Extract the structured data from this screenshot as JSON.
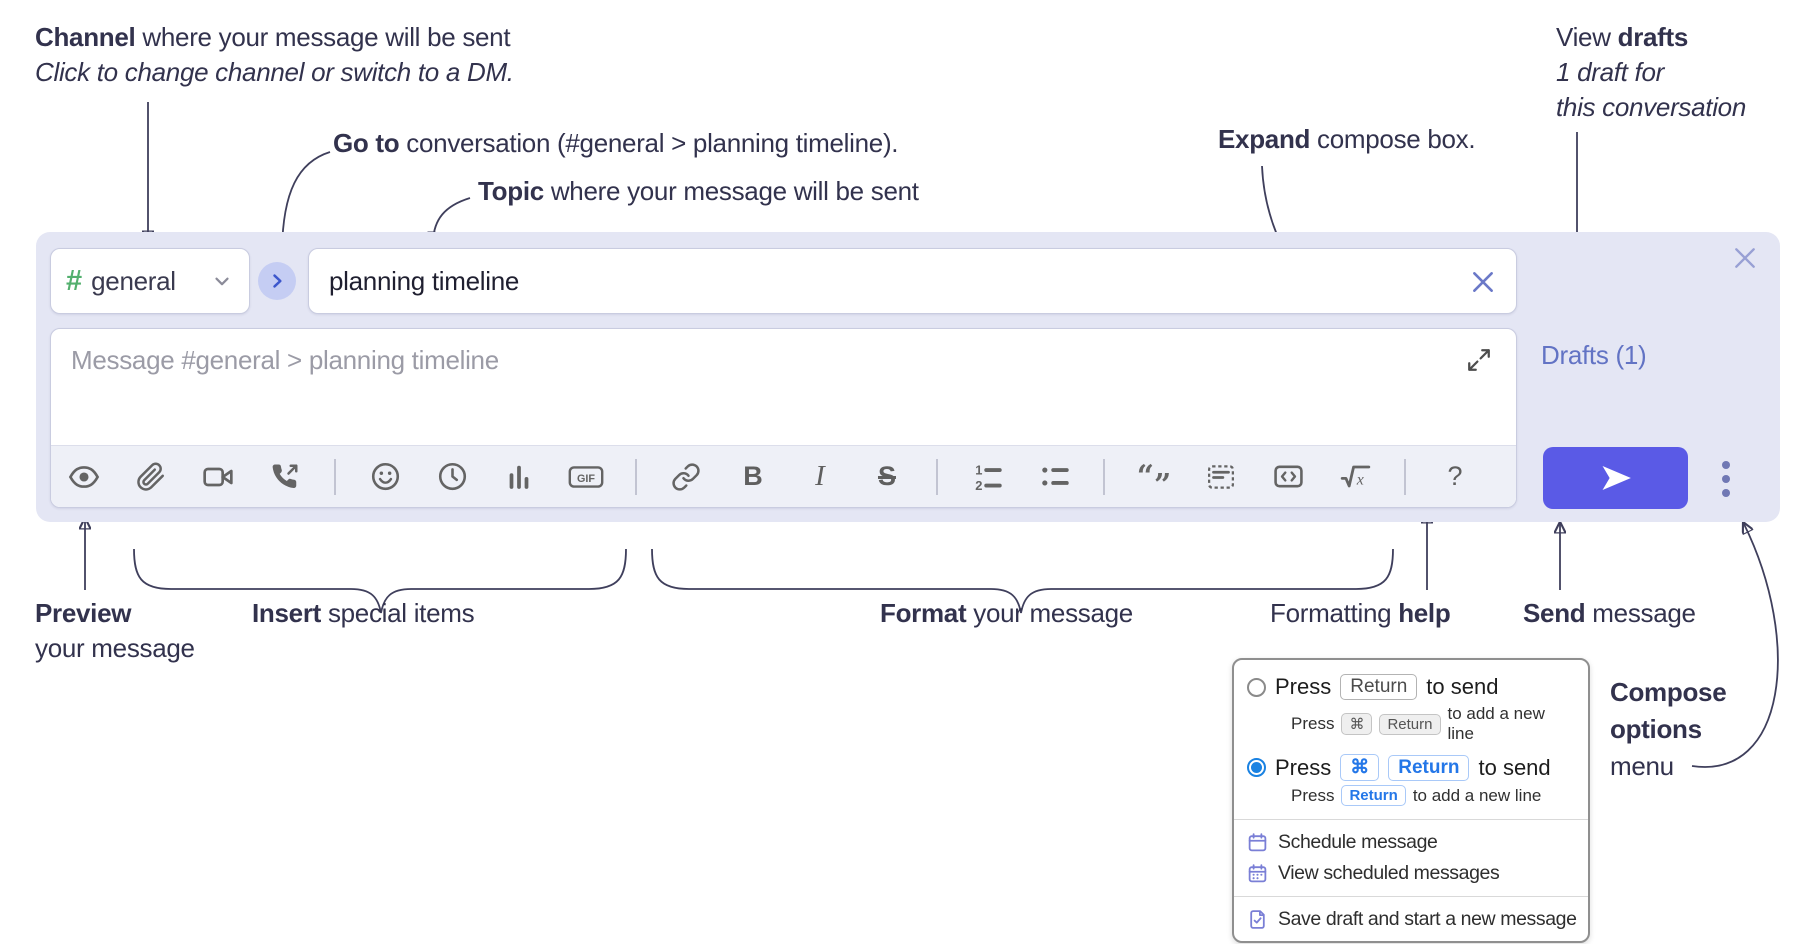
{
  "annotations": {
    "channel": {
      "bold": "Channel",
      "rest": " where your message will be sent",
      "sub": "Click to change channel or switch to a DM."
    },
    "goto": {
      "bold": "Go to",
      "rest": " conversation (#general > planning timeline)."
    },
    "topic": {
      "bold": "Topic",
      "rest": " where your message will be sent"
    },
    "expand": {
      "bold": "Expand",
      "rest": " compose box."
    },
    "view_drafts": {
      "pre": "View ",
      "bold": "drafts",
      "sub1": "1 draft for",
      "sub2": "this conversation"
    },
    "preview": {
      "bold": "Preview",
      "sub": "your message"
    },
    "insert": {
      "bold": "Insert",
      "rest": " special items"
    },
    "format": {
      "bold": "Format",
      "rest": " your message"
    },
    "formatting_help": {
      "pre": "Formatting ",
      "bold": "help"
    },
    "send": {
      "bold": "Send",
      "rest": " message"
    },
    "compose_options": {
      "bold1": "Compose",
      "bold2": "options",
      "rest": "menu"
    }
  },
  "compose": {
    "channel": {
      "hash": "#",
      "name": "general"
    },
    "topic_value": "planning timeline",
    "message_placeholder": "Message #general > planning timeline",
    "drafts_link": "Drafts (1)"
  },
  "toolbar": {
    "glyphs": {
      "bold": "B",
      "italic": "I",
      "strike": "S",
      "gif": "GIF",
      "ol1": "1",
      "ol2": "2",
      "quote_open": "“",
      "quote_close": "”",
      "math_root": "√",
      "math_x": "x",
      "help": "?"
    },
    "icon_names": [
      "preview",
      "attach-file",
      "video-call",
      "voice-call",
      "emoji",
      "time",
      "poll",
      "gif",
      "link",
      "bold",
      "italic",
      "strikethrough",
      "numbered-list",
      "bulleted-list",
      "quote",
      "spoiler",
      "code",
      "math",
      "help"
    ]
  },
  "popup": {
    "options": [
      {
        "selected": false,
        "pre": "Press",
        "kbd1": "Return",
        "post": "to send",
        "sub_pre": "Press",
        "sub_kbd1": "⌘",
        "sub_kbd2": "Return",
        "sub_post": "to add a new line"
      },
      {
        "selected": true,
        "pre": "Press",
        "kbd1": "⌘",
        "kbd2": "Return",
        "post": "to send",
        "sub_pre": "Press",
        "sub_kbd1": "Return",
        "sub_post": "to add a new line"
      }
    ],
    "menu_items": [
      "Schedule message",
      "View scheduled messages",
      "Save draft and start a new message"
    ]
  },
  "colors": {
    "compose_bg": "#e4e6f4",
    "send_button": "#5a5ae6",
    "drafts_link": "#6273c4",
    "hash_green": "#53b06e",
    "goto_circle_bg": "#c5cdf3",
    "goto_chevron": "#3d57cc",
    "toolbar_icon": "#646464",
    "annotation_text": "#32324d",
    "kbd_blue": "#2477e8",
    "radio_selected": "#1a82e2",
    "menu_icon": "#7a7fd6",
    "close_x": "#98a0d4"
  }
}
